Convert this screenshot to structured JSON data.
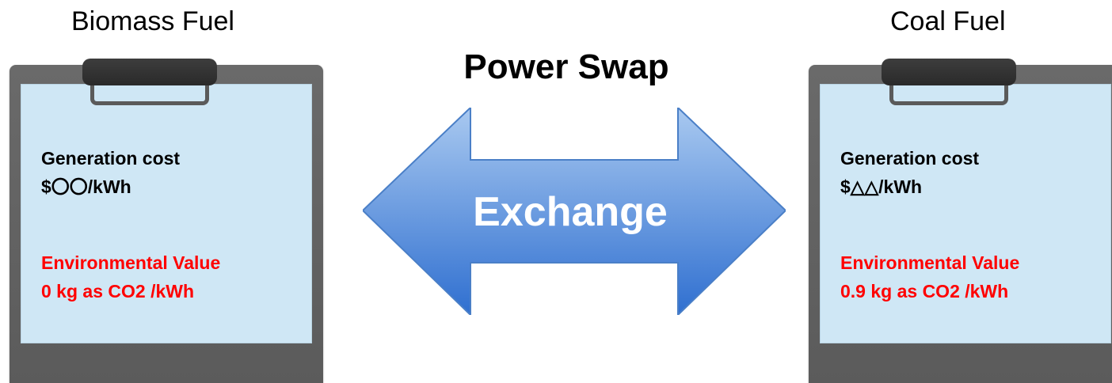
{
  "left_panel": {
    "title": "Biomass Fuel",
    "cost_label": "Generation cost",
    "cost_value": "$〇〇/kWh",
    "env_label": "Environmental Value",
    "env_value": "0 kg as CO2 /kWh"
  },
  "right_panel": {
    "title": "Coal Fuel",
    "cost_label": "Generation cost",
    "cost_value": "$△△/kWh",
    "env_label": "Environmental Value",
    "env_value": "0.9 kg as CO2 /kWh"
  },
  "center": {
    "heading": "Power Swap",
    "arrow_label": "Exchange"
  },
  "colors": {
    "env_text": "#ff0000",
    "paper": "#cfe7f5",
    "arrow_top": "#a9c9f0",
    "arrow_bottom": "#2f6fd0"
  }
}
